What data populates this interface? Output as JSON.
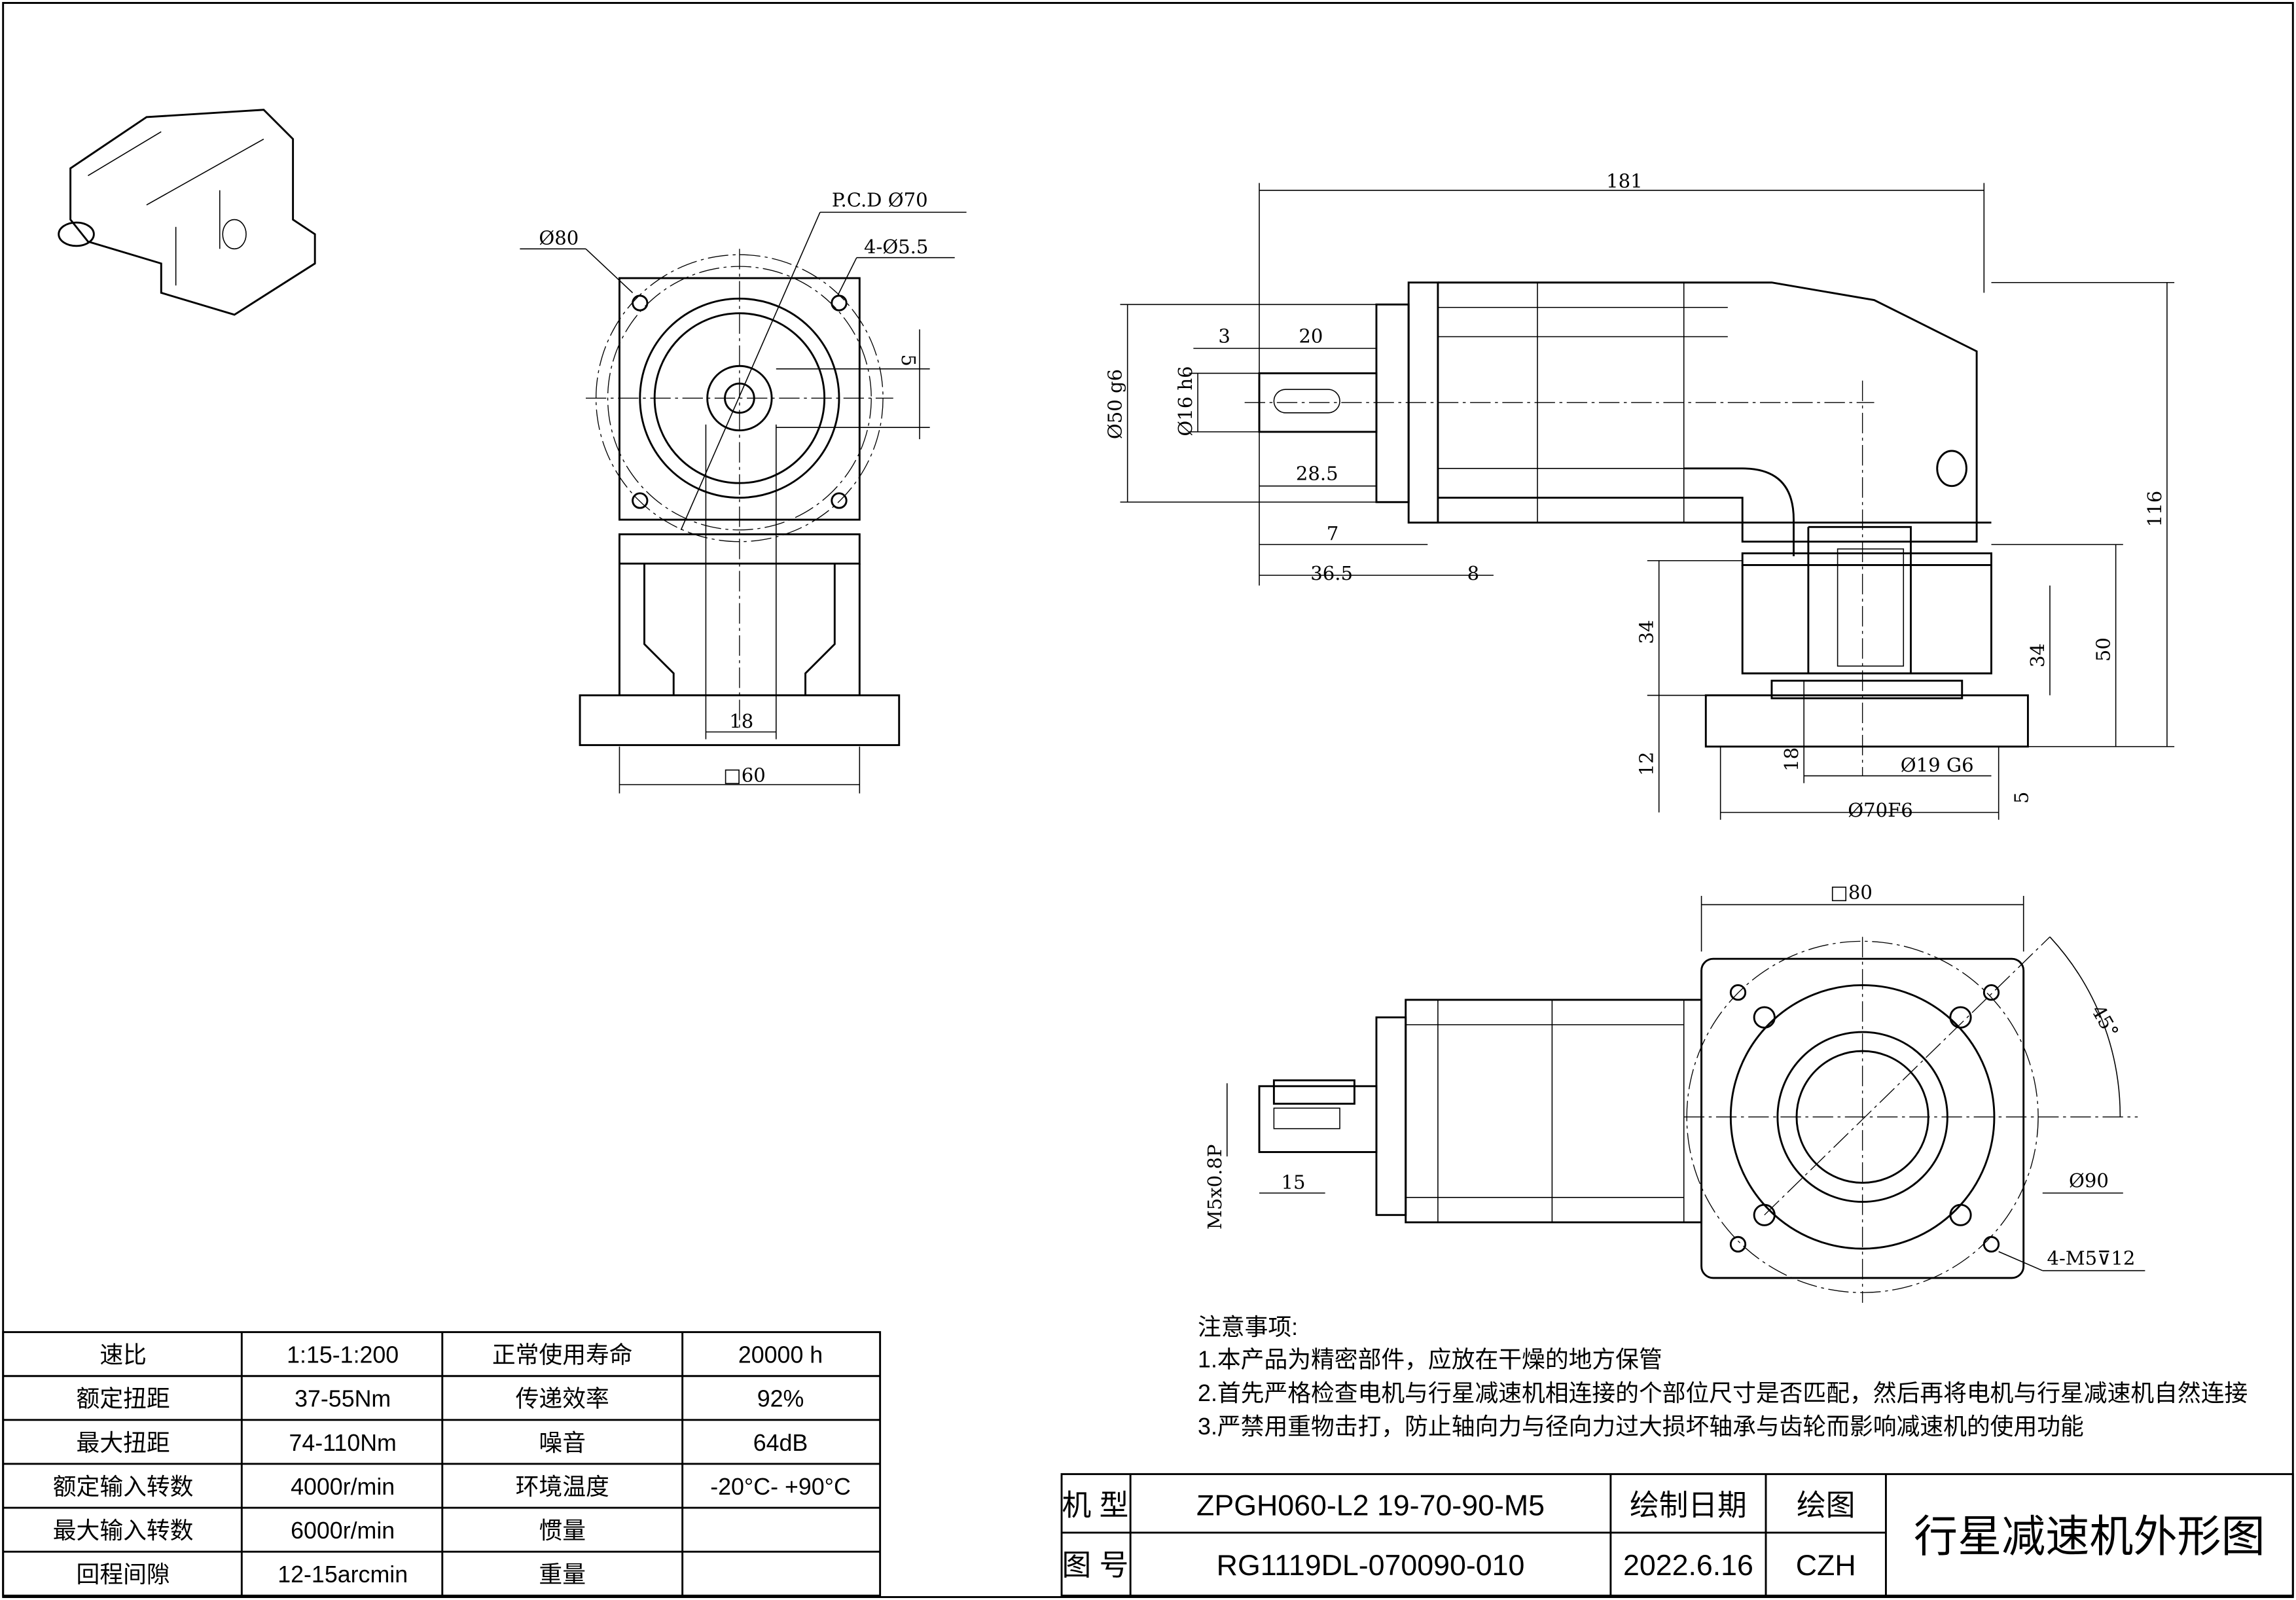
{
  "dimensions": {
    "front_view": {
      "bolt_circle": "Ø80",
      "pcd": "P.C.D Ø70",
      "holes": "4-Ø5.5",
      "key_offset": "5",
      "shaft_width": "18",
      "flange_square": "□60"
    },
    "side_view": {
      "overall_length": "181",
      "shaft_step": "3",
      "key_length": "20",
      "pilot_dia": "Ø50 g6",
      "shaft_dia": "Ø16 h6",
      "shaft_length": "28.5",
      "pilot_len": "7",
      "flange_to_shaft": "36.5",
      "flange_thk": "8",
      "total_height": "116",
      "height_34_left": "34",
      "height_34_right": "34",
      "height_50": "50",
      "base_12": "12",
      "bore_depth": "18",
      "bore_dia": "Ø19 G6",
      "base_5": "5",
      "spigot_dia": "Ø70F6"
    },
    "bottom_view": {
      "square": "□80",
      "angle": "45°",
      "pcd": "Ø90",
      "tapped_holes": "4-M5⊽12",
      "thread": "M5x0.8P",
      "thread_depth": "15"
    }
  },
  "spec_table": {
    "rows": [
      [
        "速比",
        "1:15-1:200",
        "正常使用寿命",
        "20000 h"
      ],
      [
        "额定扭距",
        "37-55Nm",
        "传递效率",
        "92%"
      ],
      [
        "最大扭距",
        "74-110Nm",
        "噪音",
        "64dB"
      ],
      [
        "额定输入转数",
        "4000r/min",
        "环境温度",
        "-20°C- +90°C"
      ],
      [
        "最大输入转数",
        "6000r/min",
        "惯量",
        ""
      ],
      [
        "回程间隙",
        "12-15arcmin",
        "重量",
        ""
      ]
    ]
  },
  "notes": {
    "title": "注意事项:",
    "items": [
      "1.本产品为精密部件，应放在干燥的地方保管",
      "2.首先严格检查电机与行星减速机相连接的个部位尺寸是否匹配，然后再将电机与行星减速机自然连接",
      "3.严禁用重物击打，防止轴向力与径向力过大损坏轴承与齿轮而影响减速机的使用功能"
    ]
  },
  "title_block": {
    "model_label": "机 型",
    "model_value": "ZPGH060-L2 19-70-90-M5",
    "drawing_no_label": "图 号",
    "drawing_no_value": "RG1119DL-070090-010",
    "date_label": "绘制日期",
    "date_value": "2022.6.16",
    "drawer_label": "绘图",
    "drawer_value": "CZH",
    "title": "行星减速机外形图"
  }
}
